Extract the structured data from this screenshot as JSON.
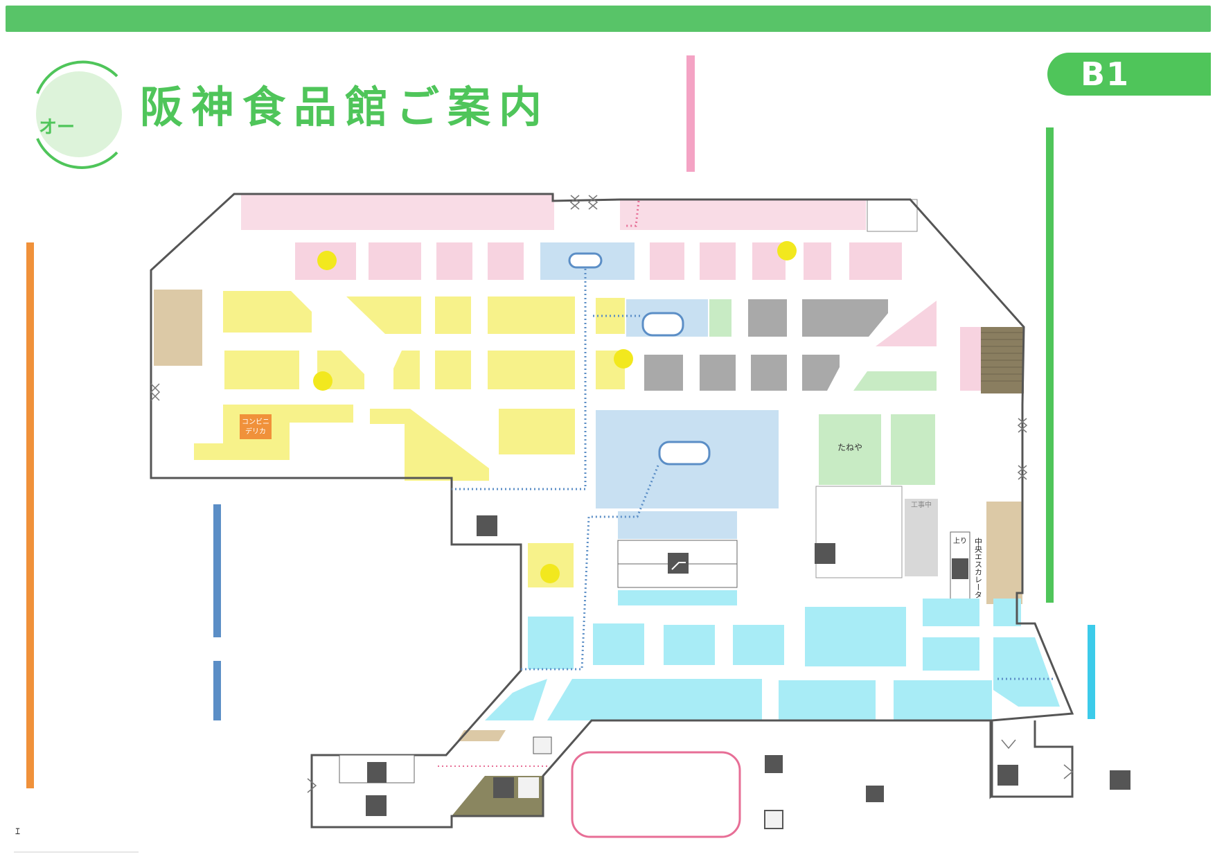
{
  "header": {
    "title": "阪神食品館ご案内",
    "floor": "B1",
    "logo_text": "オー",
    "brand_color": "#4fc55a"
  },
  "map": {
    "shops": {
      "konbini": "コンビニ\nデリカ",
      "tanaya": "たねや",
      "in_construction": "工事中"
    },
    "escalator": {
      "label": "中央エスカレーター",
      "up": "上り"
    }
  },
  "footer": {
    "note": "ｴ"
  },
  "colors": {
    "yellow_zone": "#f7f28a",
    "pink_zone": "#f7d3e0",
    "blue_zone": "#c8e0f2",
    "cyan_zone": "#a8ecf6",
    "green_zone": "#c8ebc4",
    "gray_zone": "#9a9a9a",
    "tan_zone": "#dcc9a6",
    "orange_accent": "#f0913a",
    "pink_accent": "#f4a3c4",
    "blue_accent": "#5b8ec6",
    "cyan_accent": "#3ccbea",
    "green_accent": "#4fc55a"
  },
  "icons": [
    "elevator-icon",
    "escalator-icon",
    "restroom-icon",
    "locker-icon",
    "atm-icon",
    "door-icon"
  ]
}
